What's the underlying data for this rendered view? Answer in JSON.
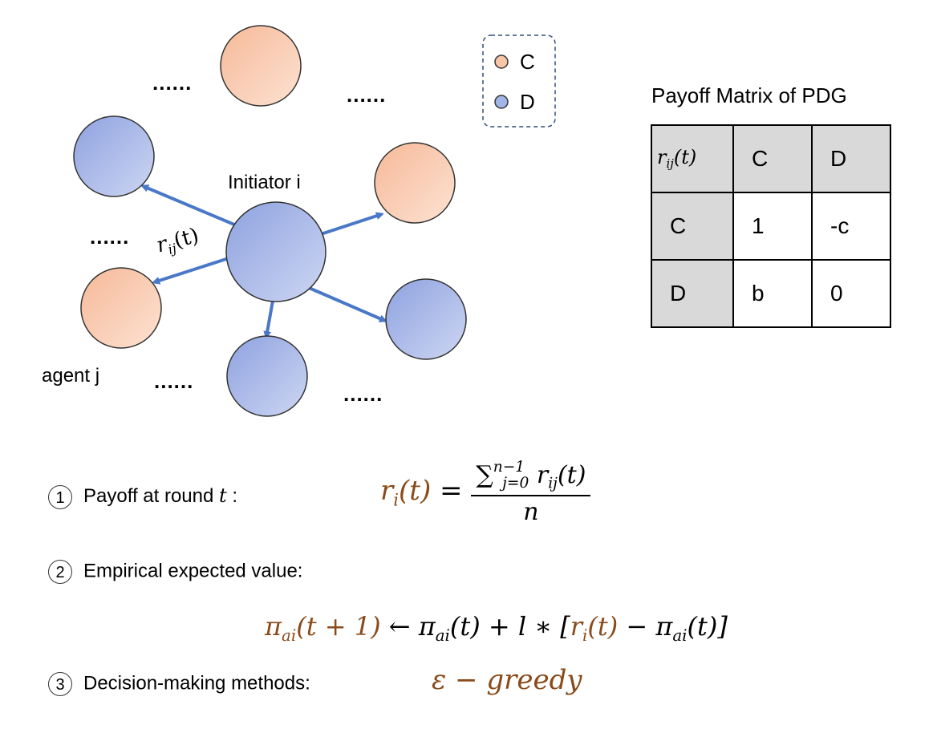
{
  "legend": {
    "items": [
      {
        "label": "C",
        "color": "#f7c6a8"
      },
      {
        "label": "D",
        "color": "#a3b4e6"
      }
    ]
  },
  "colors": {
    "cooperator": "#f7c6a8",
    "defector": "#a3b4e6",
    "arrow": "#4a78c8",
    "formula_highlight": "#8a4a1a"
  },
  "network": {
    "initiator_label": "Initiator i",
    "agent_label": "agent j",
    "edge_label_base": "r",
    "edge_label_sub": "ij",
    "edge_label_arg": "(t)",
    "ellipsis": "......"
  },
  "payoff_matrix": {
    "title": "Payoff Matrix of PDG",
    "corner_base": "r",
    "corner_sub": "ij",
    "corner_arg": "(t)",
    "col_headers": [
      "C",
      "D"
    ],
    "rows": [
      {
        "header": "C",
        "cells": [
          "1",
          "-c"
        ]
      },
      {
        "header": "D",
        "cells": [
          "b",
          "0"
        ]
      }
    ]
  },
  "steps": [
    {
      "num": "1",
      "label": "Payoff at round",
      "var": "t",
      "colon": " :"
    },
    {
      "num": "2",
      "label": "Empirical expected value:"
    },
    {
      "num": "3",
      "label": "Decision-making methods:"
    }
  ],
  "formulas": {
    "payoff_lhs": "r",
    "payoff_lhs_sub": "i",
    "payoff_lhs_arg": "(t)",
    "equals": " = ",
    "sum_symbol": "∑",
    "sum_sup": "n−1",
    "sum_sub": "j=0",
    "sum_term": " r",
    "sum_term_sub": "ij",
    "sum_term_arg": "(t)",
    "denominator": "n",
    "update_lhs": "π",
    "update_lhs_sub": "ai",
    "update_lhs_arg": "(t + 1)",
    "update_rhs_1": " ← π",
    "update_rhs_1_sub": "ai",
    "update_rhs_2": "(t) + l ∗ [",
    "update_r": "r",
    "update_r_sub": "i",
    "update_r_arg": "(t)",
    "update_rhs_3": " − π",
    "update_rhs_3_sub": "ai",
    "update_rhs_4": "(t)]",
    "decision": "ε − greedy"
  }
}
